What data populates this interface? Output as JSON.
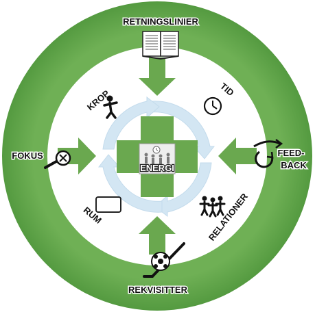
{
  "colors": {
    "ring": "#6aa84f",
    "ring_dark": "#4f8f3c",
    "inner": "#ffffff",
    "cycle": "#d6e7f3",
    "cross": "#6aa84f",
    "text": "#111111"
  },
  "labels": {
    "top": "RETNINGSLINIER",
    "bottom": "REKVISITTER",
    "left": "FOKUS",
    "right_line1": "FEED-",
    "right_line2": "BACK",
    "krop": "KROP",
    "tid": "TID",
    "rum": "RUM",
    "relationer": "RELATIONER",
    "center": "ENERGI"
  },
  "icons": {
    "top": "open-book-icon",
    "bottom": "ball-and-stick-icon",
    "left": "magnifier-icon",
    "right": "feedback-cycle-icon",
    "krop": "person-figure-icon",
    "tid": "clock-icon",
    "rum": "empty-frame-icon",
    "relationer": "group-of-people-icon",
    "center": "people-and-clock-icon"
  }
}
